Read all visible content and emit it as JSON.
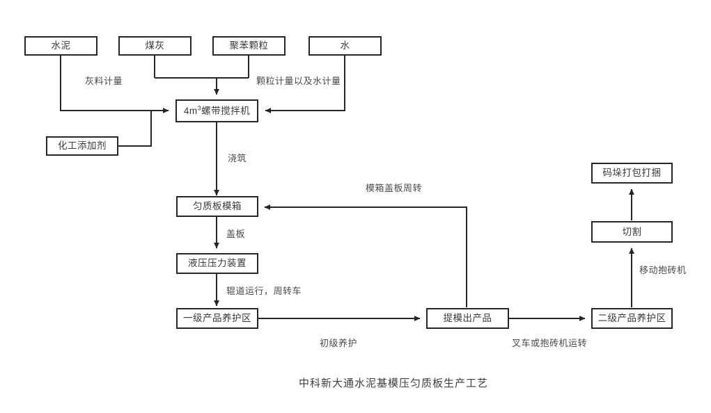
{
  "diagram": {
    "caption": "中科新大通水泥基模压匀质板生产工艺",
    "colors": {
      "stroke": "#262626",
      "text": "#3a3a3a",
      "label_text": "#4a4a4a",
      "background": "#ffffff"
    },
    "nodes": {
      "cement": "水泥",
      "fly_ash": "煤灰",
      "polystyrene": "聚苯颗粒",
      "water": "水",
      "chemical_additive": "化工添加剂",
      "mixer": "4m³螺带搅拌机",
      "mixer_value": "4m",
      "mixer_sup": "3",
      "mixer_rest": "螺带搅拌机",
      "mold_box": "匀质板模箱",
      "hydraulic_press": "液压压力装置",
      "primary_curing": "一级产品养护区",
      "demold_product": "提模出产品",
      "secondary_curing": "二级产品养护区",
      "cutting": "切割",
      "stacking_packing": "码垛打包打捆"
    },
    "edge_labels": {
      "ash_metering": "灰料计量",
      "granule_and_water_metering": "颗粒计量以及水计量",
      "pouring": "浇筑",
      "mold_cover_turnover": "模箱盖板周转",
      "cover_plate": "盖板",
      "roller_transfer": "辊道运行，周转车",
      "primary_curing_label": "初级养护",
      "forklift_or_brick_clamp": "叉车或抱砖机运转",
      "mobile_brick_clamp": "移动抱砖机"
    }
  }
}
